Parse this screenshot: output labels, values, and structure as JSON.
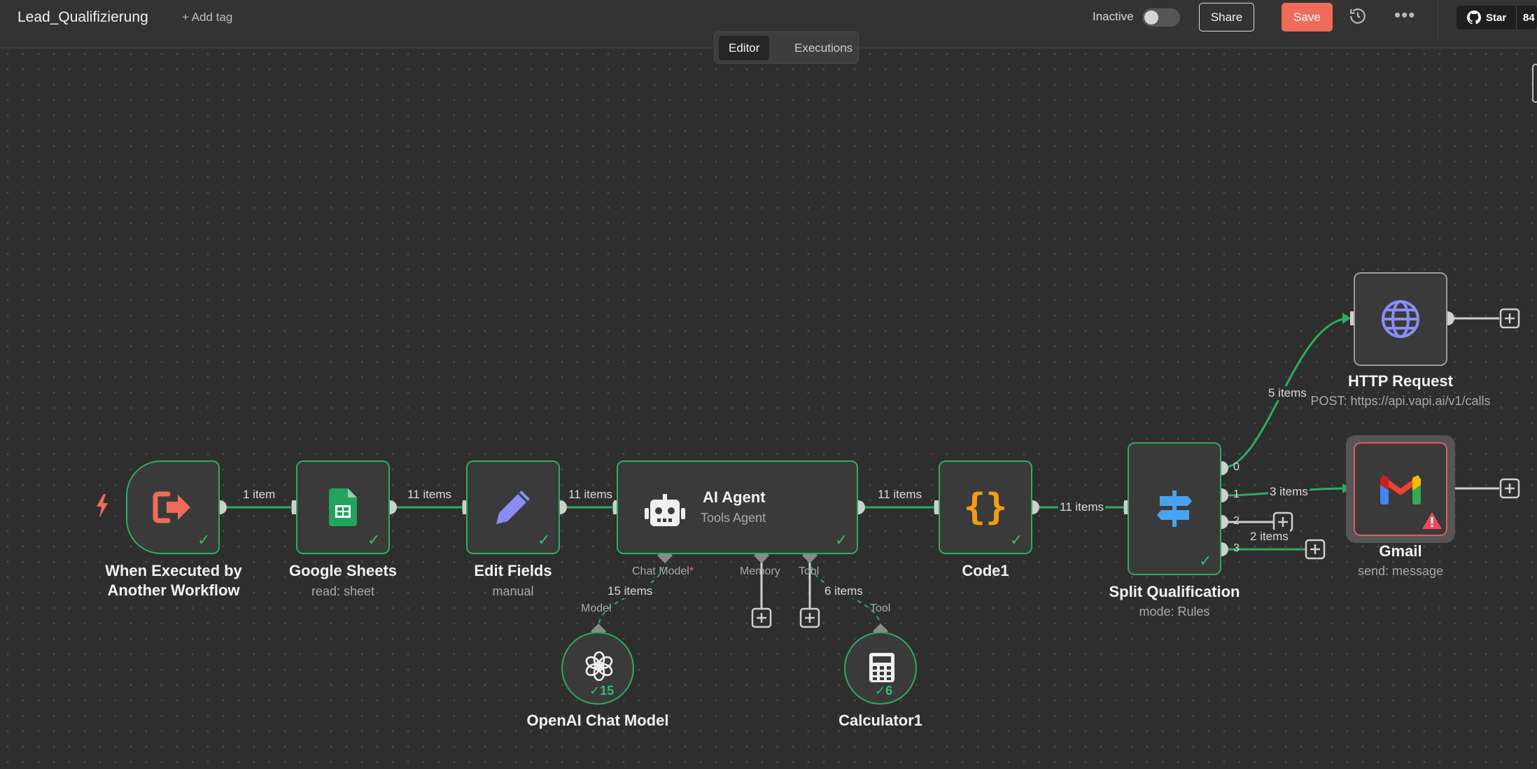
{
  "header": {
    "workflow_name": "Lead_Qualifizierung",
    "add_tag": "+ Add tag",
    "status_label": "Inactive",
    "share_label": "Share",
    "save_label": "Save",
    "github_star_label": "Star",
    "github_star_count": "84",
    "tabs": [
      {
        "label": "Editor",
        "active": true
      },
      {
        "label": "Executions",
        "active": false
      }
    ]
  },
  "colors": {
    "canvas": "#2e2e2e",
    "node_bg": "#3a3a3a",
    "success": "#2fbf6c",
    "save": "#ef6c5a",
    "edge": "#2faa63"
  },
  "nodes": {
    "trigger": {
      "label_line1": "When Executed by",
      "label_line2": "Another Workflow",
      "icon": "sign-out-icon"
    },
    "sheets": {
      "label": "Google Sheets",
      "sub": "read: sheet",
      "icon": "google-sheets-icon"
    },
    "edit": {
      "label": "Edit Fields",
      "sub": "manual",
      "icon": "pencil-icon"
    },
    "agent": {
      "label": "AI Agent",
      "sub": "Tools Agent",
      "icon": "robot-icon"
    },
    "code": {
      "label": "Code1",
      "icon": "braces-icon"
    },
    "split": {
      "label": "Split Qualification",
      "sub": "mode: Rules",
      "icon": "signpost-icon"
    },
    "http": {
      "label": "HTTP Request",
      "sub": "POST: https://api.vapi.ai/v1/calls",
      "icon": "globe-icon"
    },
    "gmail": {
      "label": "Gmail",
      "sub": "send: message",
      "icon": "gmail-icon"
    },
    "openai": {
      "label": "OpenAI Chat Model",
      "count": "15",
      "icon": "openai-icon"
    },
    "calculator": {
      "label": "Calculator1",
      "count": "6",
      "icon": "calculator-icon"
    }
  },
  "agent_ports": {
    "chat_model": "Chat Model",
    "required_mark": "*",
    "memory": "Memory",
    "tool": "Tool"
  },
  "sub_ports": {
    "model": "Model",
    "tool": "Tool"
  },
  "edges": {
    "e1": "1 item",
    "e2": "11 items",
    "e3": "11 items",
    "e4": "11 items",
    "e5": "11 items",
    "model_link": "15 items",
    "tool_link": "6 items",
    "out0": "5 items",
    "out1": "3 items",
    "out3": "2 items"
  },
  "split_outputs": [
    "0",
    "1",
    "2",
    "3"
  ]
}
